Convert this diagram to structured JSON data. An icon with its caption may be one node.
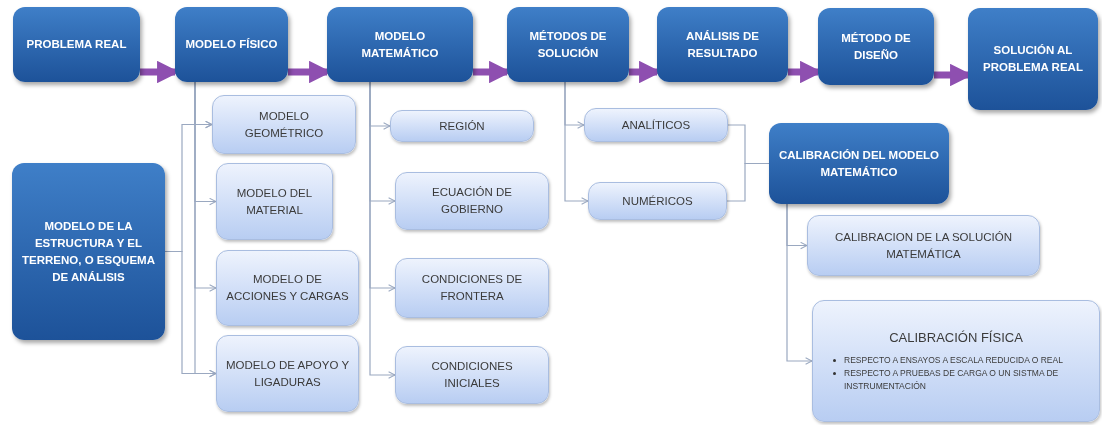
{
  "diagram": {
    "nodes": [
      {
        "text": [
          "PROBLEMA REAL"
        ]
      },
      {
        "text": [
          "MODELO FÍSICO"
        ]
      },
      {
        "text": [
          "MODELO MATEMÁTICO"
        ]
      },
      {
        "text": [
          "MÉTODOS DE SOLUCIÓN"
        ]
      },
      {
        "text": [
          "ANÁLISIS DE RESULTADO"
        ]
      },
      {
        "text": [
          "MÉTODO DE DISEÑO"
        ]
      },
      {
        "text": [
          "SOLUCIÓN AL PROBLEMA REAL"
        ]
      },
      {
        "text": [
          "MODELO DE LA ESTRUCTURA Y EL TERRENO, O ESQUEMA DE ANÁLISIS"
        ]
      },
      {
        "text": [
          "MODELO GEOMÉTRICO"
        ]
      },
      {
        "text": [
          "MODELO DEL MATERIAL"
        ]
      },
      {
        "text": [
          "MODELO DE ACCIONES Y CARGAS"
        ]
      },
      {
        "text": [
          "MODELO DE APOYO Y LIGADURAS"
        ]
      },
      {
        "text": [
          "REGIÓN"
        ]
      },
      {
        "text": [
          "ECUACIÓN DE GOBIERNO"
        ]
      },
      {
        "text": [
          "CONDICIONES DE FRONTERA"
        ]
      },
      {
        "text": [
          "CONDICIONES INICIALES"
        ]
      },
      {
        "text": [
          "ANALÍTICOS"
        ]
      },
      {
        "text": [
          "NUMÉRICOS"
        ]
      },
      {
        "text": [
          "CALIBRACIÓN DEL MODELO MATEMÁTICO"
        ]
      },
      {
        "text": [
          "CALIBRACION DE LA SOLUCIÓN MATEMÁTICA"
        ]
      },
      {
        "text": [
          "CALIBRACIÓN FÍSICA",
          "RESPECTO A ENSAYOS A ESCALA REDUCIDA O REAL",
          "RESPECTO A PRUEBAS DE CARGA O UN SISTMA DE INSTRUMENTACIÓN"
        ]
      }
    ],
    "edges": [
      {
        "from": 0,
        "to": 1,
        "arrow": "to",
        "style": "thick",
        "color": "#8e4fb0"
      },
      {
        "from": 1,
        "to": 2,
        "arrow": "to",
        "style": "thick",
        "color": "#8e4fb0"
      },
      {
        "from": 2,
        "to": 3,
        "arrow": "to",
        "style": "thick",
        "color": "#8e4fb0"
      },
      {
        "from": 3,
        "to": 4,
        "arrow": "to",
        "style": "thick",
        "color": "#8e4fb0"
      },
      {
        "from": 4,
        "to": 5,
        "arrow": "to",
        "style": "thick",
        "color": "#8e4fb0"
      },
      {
        "from": 5,
        "to": 6,
        "arrow": "to",
        "style": "thick",
        "color": "#8e4fb0"
      },
      {
        "from": 1,
        "to": 8,
        "arrow": "to"
      },
      {
        "from": 1,
        "to": 9,
        "arrow": "to"
      },
      {
        "from": 1,
        "to": 10,
        "arrow": "to"
      },
      {
        "from": 1,
        "to": 11,
        "arrow": "to"
      },
      {
        "from": 7,
        "to": 8,
        "arrow": "to"
      },
      {
        "from": 7,
        "to": 11,
        "arrow": "to"
      },
      {
        "from": 2,
        "to": 12,
        "arrow": "to"
      },
      {
        "from": 2,
        "to": 13,
        "arrow": "to"
      },
      {
        "from": 2,
        "to": 14,
        "arrow": "to"
      },
      {
        "from": 2,
        "to": 15,
        "arrow": "to"
      },
      {
        "from": 3,
        "to": 16,
        "arrow": "to"
      },
      {
        "from": 3,
        "to": 17,
        "arrow": "to"
      },
      {
        "from": 16,
        "to": 18,
        "arrow": "none"
      },
      {
        "from": 17,
        "to": 18,
        "arrow": "none"
      },
      {
        "from": 18,
        "to": 19,
        "arrow": "to"
      },
      {
        "from": 18,
        "to": 20,
        "arrow": "to"
      }
    ]
  }
}
